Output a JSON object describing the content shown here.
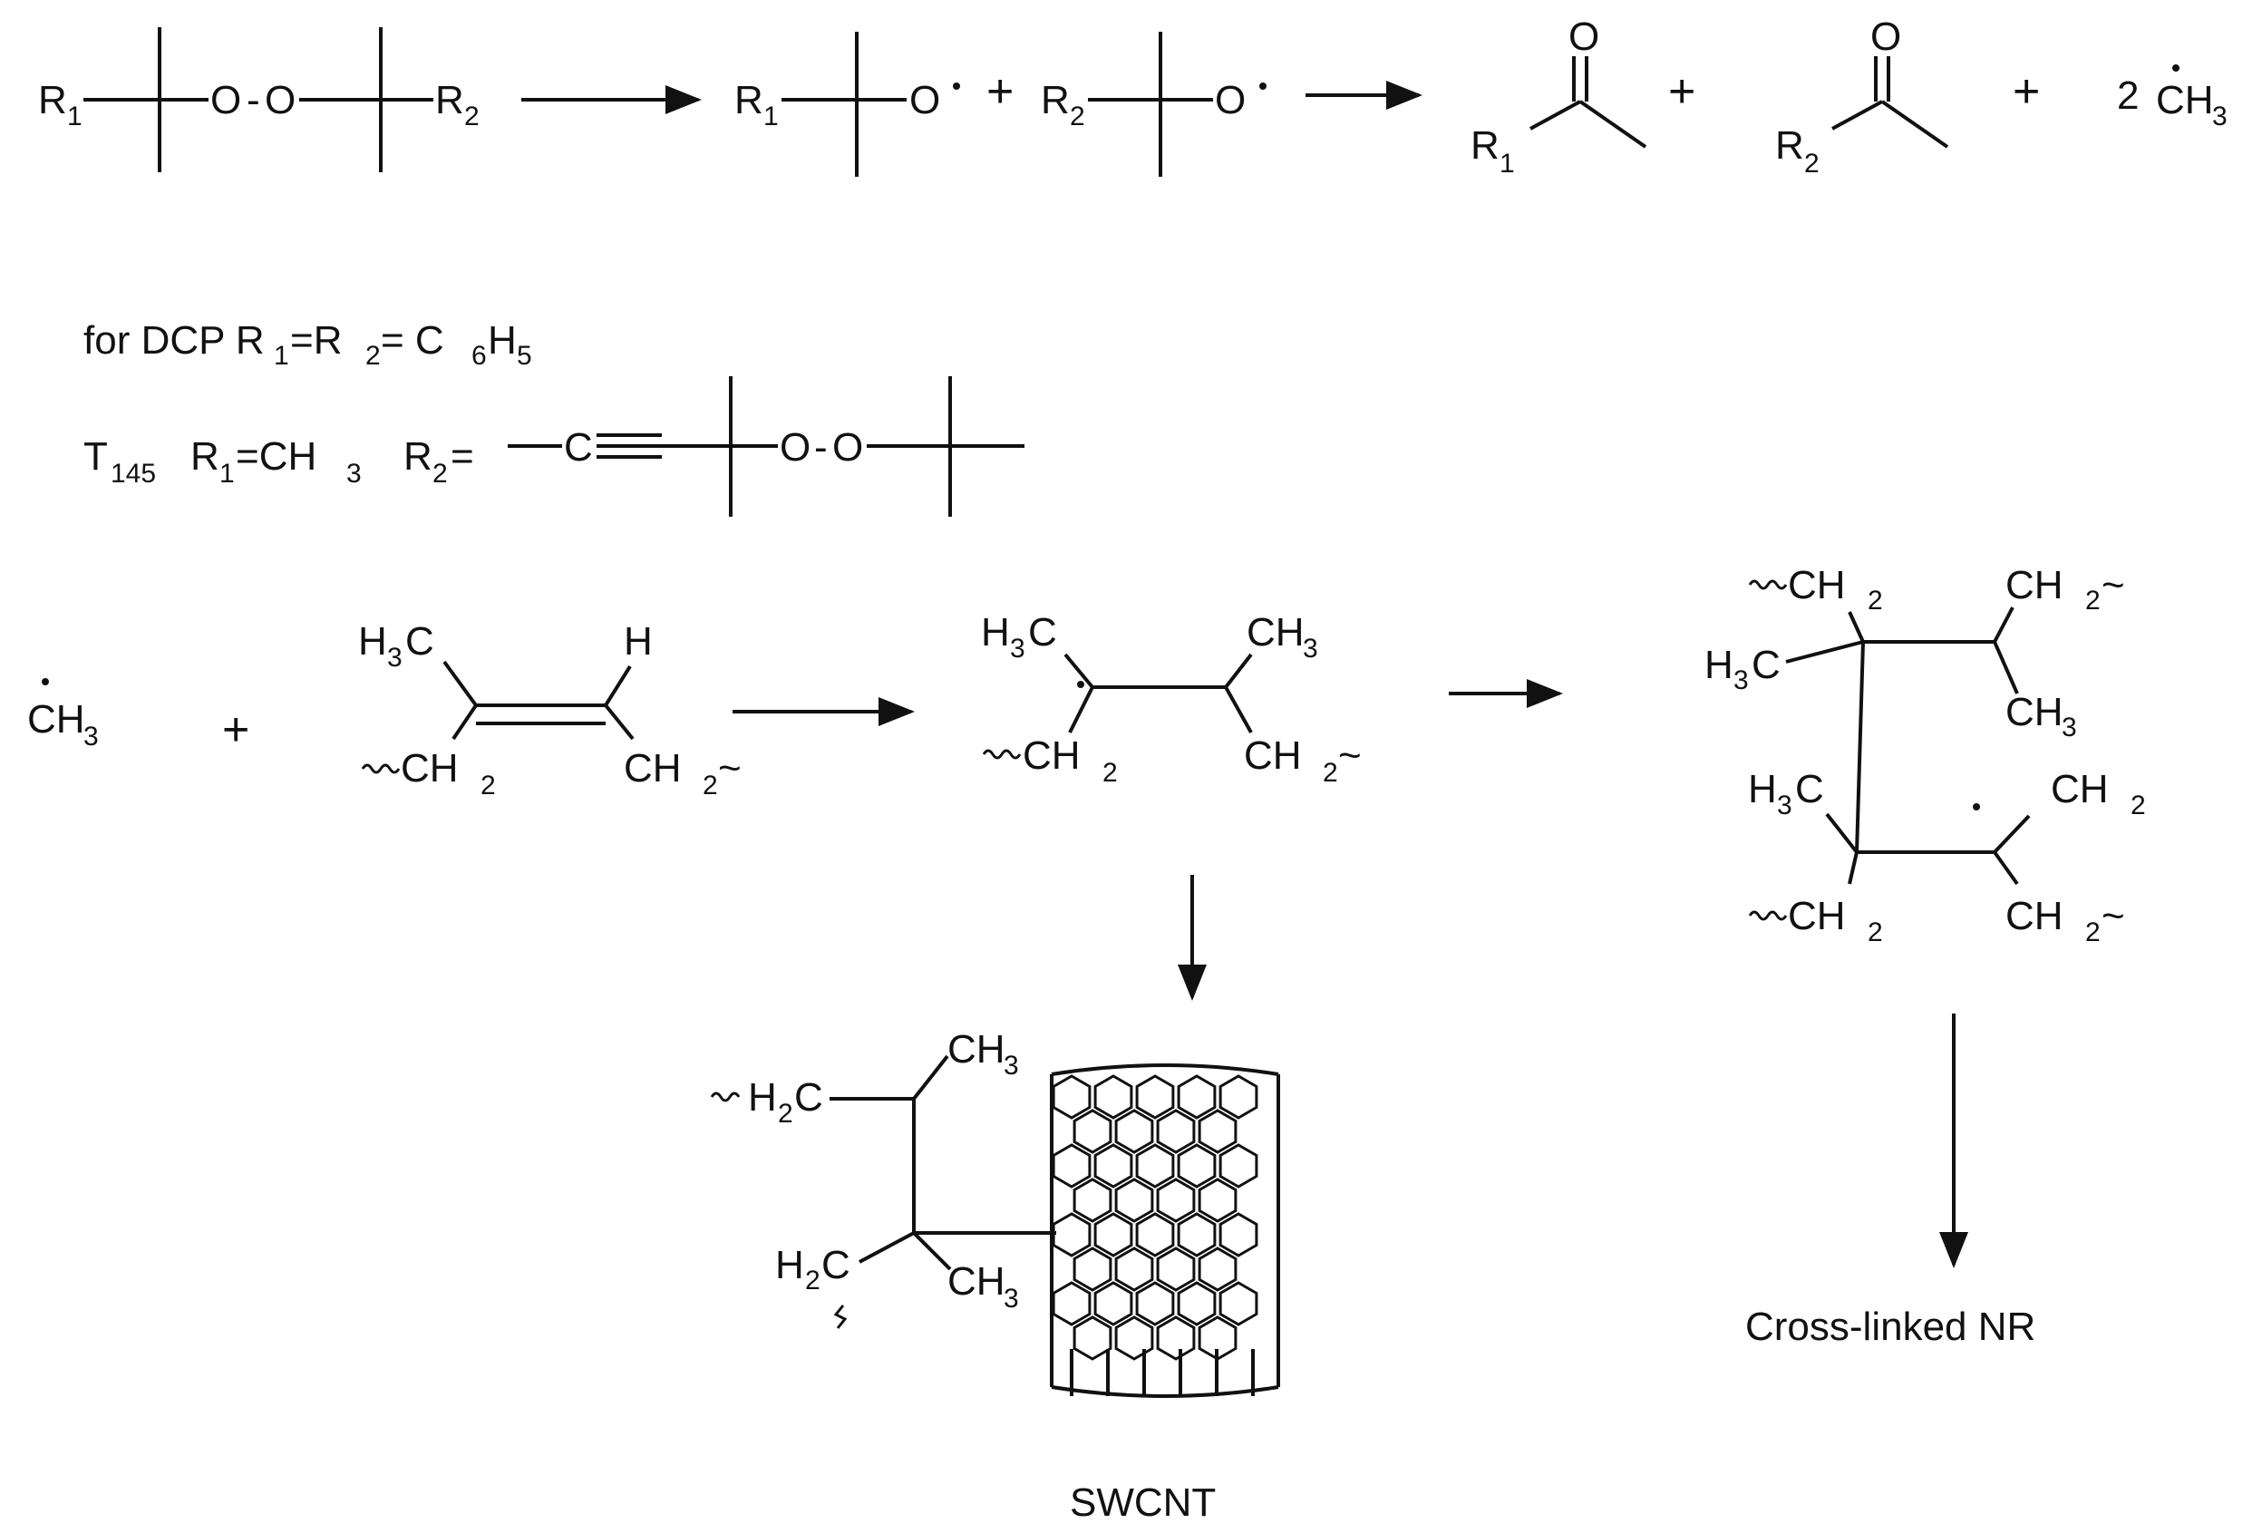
{
  "scheme": {
    "row1": {
      "r1": "R",
      "r2": "R",
      "one": "1",
      "two": "2",
      "o": "O",
      "dash": "-",
      "radical_dot": "•",
      "plus": "+",
      "methyl_coef": "2",
      "ch": "CH",
      "three": "3"
    },
    "legend": {
      "dcp_prefix": "for DCP R",
      "dcp_eq1": "=R",
      "dcp_eq2": "= C",
      "dcp_six": "6",
      "dcp_h": "H",
      "dcp_five": "5",
      "t_prefix": "T",
      "t_sub": "145",
      "t_r": "R",
      "t_ch": "=CH",
      "t_r2": "R",
      "t_eq": "=",
      "t_c": "C"
    },
    "row3": {
      "methyl": "CH",
      "h3c": "H",
      "c": "C",
      "h": "H",
      "ch2": "CH",
      "ch3": "CH",
      "wave": "~"
    },
    "labels": {
      "swcnt": "SWCNT",
      "crosslinked": "Cross-linked NR"
    }
  }
}
